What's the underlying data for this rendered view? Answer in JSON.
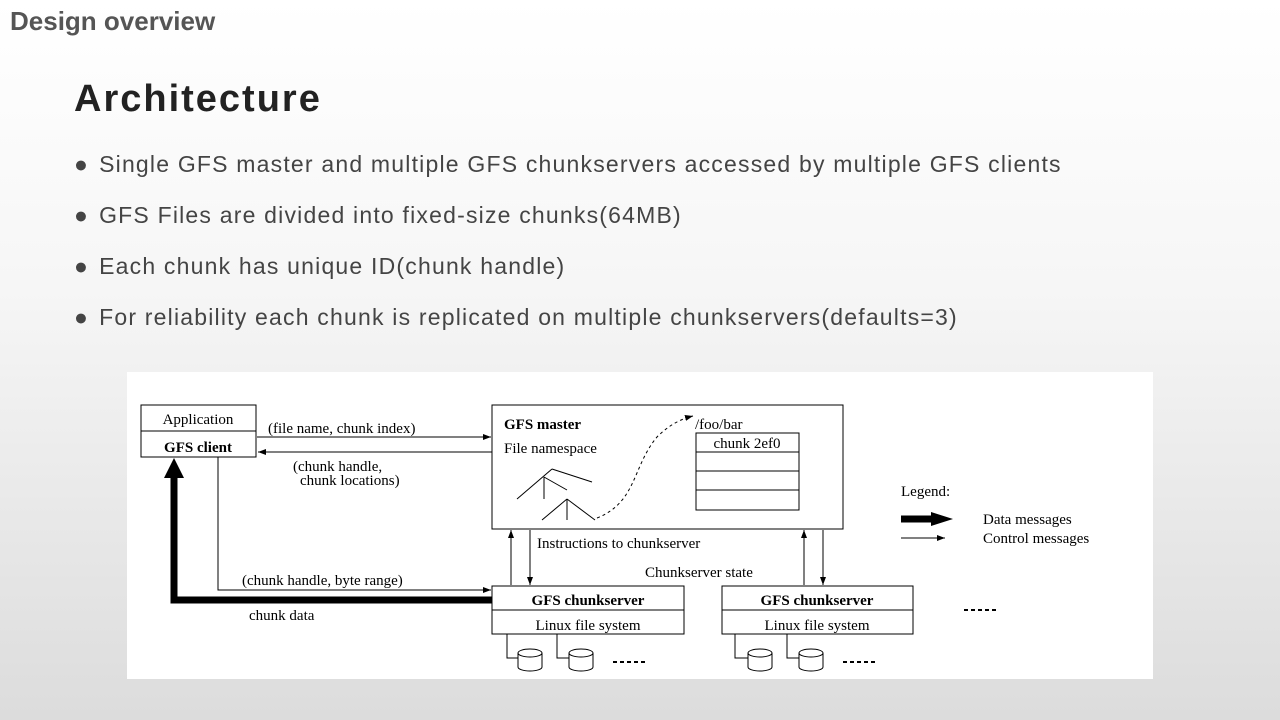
{
  "header": {
    "title": "Design overview"
  },
  "slide": {
    "title": "Architecture",
    "bullet_glyph": "●",
    "bullets": [
      "Single GFS master and multiple GFS chunkservers accessed by multiple GFS clients",
      "GFS Files are divided into fixed-size chunks(64MB)",
      "Each chunk has unique ID(chunk handle)",
      "For reliability each chunk is replicated on multiple chunkservers(defaults=3)"
    ]
  },
  "diagram": {
    "application": "Application",
    "gfs_client": "GFS client",
    "gfs_master": "GFS master",
    "file_namespace": "File namespace",
    "path": "/foo/bar",
    "chunk_id": "chunk 2ef0",
    "msg_file_name": "(file name, chunk index)",
    "msg_chunk_handle_1": "(chunk handle,",
    "msg_chunk_handle_2": "chunk locations)",
    "msg_instructions": "Instructions to chunkserver",
    "msg_chunkserver_state": "Chunkserver state",
    "msg_byte_range": "(chunk handle, byte range)",
    "msg_chunk_data": "chunk data",
    "chunkserver_1": "GFS chunkserver",
    "linux_fs_1": "Linux file system",
    "chunkserver_2": "GFS chunkserver",
    "linux_fs_2": "Linux file system",
    "legend_title": "Legend:",
    "legend_data": "Data messages",
    "legend_control": "Control messages"
  }
}
